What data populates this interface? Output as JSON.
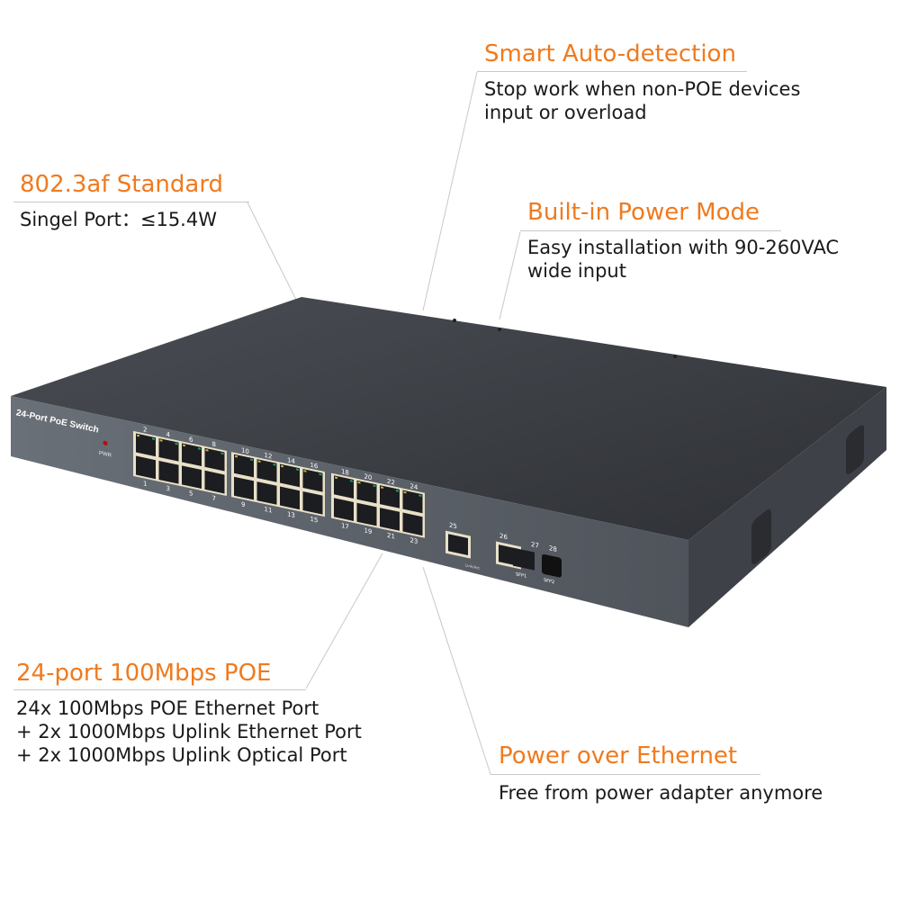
{
  "features": [
    {
      "title": "Smart Auto-detection",
      "lines": [
        "Stop work when non-POE devices",
        "input or overload"
      ]
    },
    {
      "title": "802.3af Standard",
      "lines": [
        "Singel Port：≤15.4W"
      ]
    },
    {
      "title": "Built-in Power Mode",
      "lines": [
        "Easy installation with 90-260VAC",
        "wide input"
      ]
    },
    {
      "title": "24-port 100Mbps POE",
      "lines": [
        "24x 100Mbps POE Ethernet Port",
        "+ 2x 1000Mbps Uplink Ethernet Port",
        "+ 2x 1000Mbps Uplink Optical Port"
      ]
    },
    {
      "title": "Power over Ethernet",
      "lines": [
        "Free from power adapter anymore"
      ]
    }
  ],
  "device": {
    "model_label": "24-Port PoE Switch",
    "pwr_label": "PWR",
    "top_ports": [
      "2",
      "4",
      "6",
      "8",
      "10",
      "12",
      "14",
      "16",
      "18",
      "20",
      "22",
      "24"
    ],
    "bottom_ports": [
      "1",
      "3",
      "5",
      "7",
      "9",
      "11",
      "13",
      "15",
      "17",
      "19",
      "21",
      "23"
    ],
    "uplink_ports": [
      "25",
      "26",
      "27",
      "28"
    ],
    "link_act_label": "Link/Act",
    "sfp_labels": [
      "SFP1",
      "SFP2"
    ],
    "colors": {
      "accent": "#f07a1e",
      "body": "#5b6168",
      "top": "#3c3f44"
    }
  }
}
